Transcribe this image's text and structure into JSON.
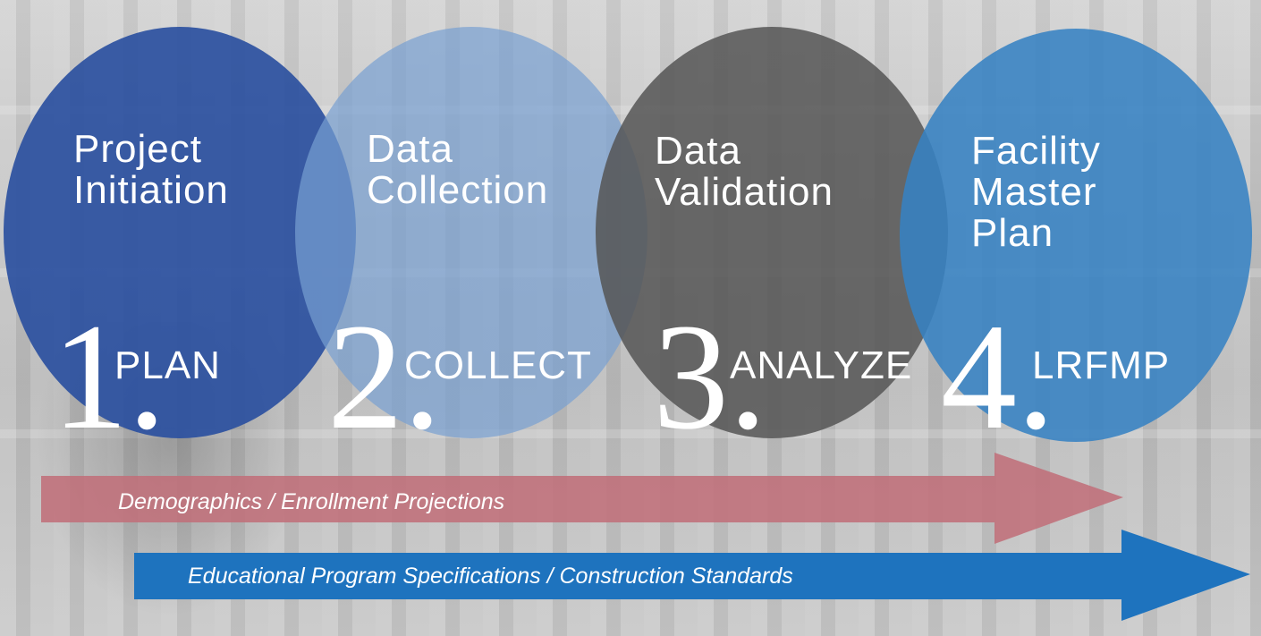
{
  "stages": [
    {
      "title_line1": "Project",
      "title_line2": "Initiation",
      "title_line3": "",
      "number": "1.",
      "label": "PLAN",
      "color": "#2b50a0"
    },
    {
      "title_line1": "Data",
      "title_line2": "Collection",
      "title_line3": "",
      "number": "2.",
      "label": "COLLECT",
      "color": "#78a0d2"
    },
    {
      "title_line1": "Data",
      "title_line2": "Validation",
      "title_line3": "",
      "number": "3.",
      "label": "ANALYZE",
      "color": "#555555"
    },
    {
      "title_line1": "Facility",
      "title_line2": "Master",
      "title_line3": "Plan",
      "number": "4.",
      "label": "LRFMP",
      "color": "#3782c3"
    }
  ],
  "arrows": [
    {
      "label": "Demographics / Enrollment Projections",
      "color": "#c0707a"
    },
    {
      "label": "Educational Program Specifications / Construction Standards",
      "color": "#1e73be"
    }
  ]
}
